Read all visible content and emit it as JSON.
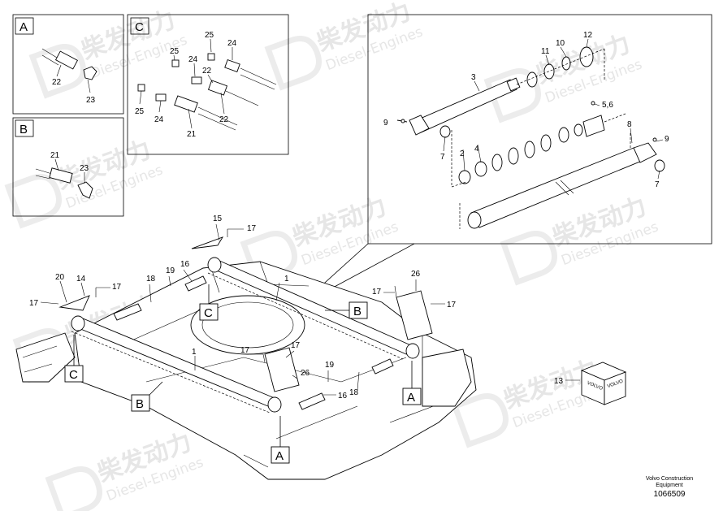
{
  "watermark": {
    "chinese": "柴发动力",
    "english": "Diesel-Engines"
  },
  "detail_boxes": {
    "A": "A",
    "B": "B",
    "C": "C"
  },
  "callouts": {
    "A": "A",
    "B": "B",
    "C": "C"
  },
  "part_numbers": {
    "p1": "1",
    "p2": "2",
    "p3": "3",
    "p4": "4",
    "p56": "5,6",
    "p7": "7",
    "p8": "8",
    "p9": "9",
    "p10": "10",
    "p11": "11",
    "p12": "12",
    "p13": "13",
    "p14": "14",
    "p15": "15",
    "p16": "16",
    "p17": "17",
    "p18": "18",
    "p19": "19",
    "p20": "20",
    "p21": "21",
    "p22": "22",
    "p23": "23",
    "p24": "24",
    "p25": "25",
    "p26": "26"
  },
  "box_label": "VOLVO",
  "footer": {
    "line1": "Volvo Construction",
    "line2": "Equipment",
    "code": "1066509"
  }
}
